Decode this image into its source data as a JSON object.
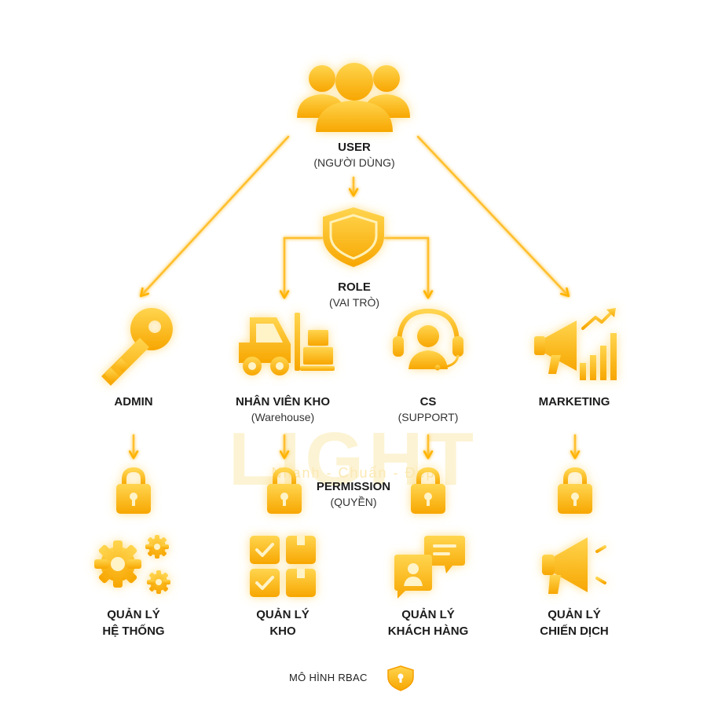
{
  "watermark": {
    "text": "LIGHT",
    "tagline": "Nhanh - Chuẩn - Đẹp"
  },
  "user": {
    "title": "USER",
    "subtitle": "(NGƯỜI DÙNG)",
    "icon": "users-group-icon"
  },
  "role": {
    "title": "ROLE",
    "subtitle": "(VAI TRÒ)",
    "icon": "shield-icon"
  },
  "permission": {
    "title": "PERMISSION",
    "subtitle": "(QUYỀN)",
    "icon": "lock-icon"
  },
  "roles": [
    {
      "title": "ADMIN",
      "subtitle": "",
      "icon": "key-icon",
      "resource_line1": "QUẢN LÝ",
      "resource_line2": "HỆ THỐNG",
      "resource_icon": "gears-icon"
    },
    {
      "title": "NHÂN VIÊN KHO",
      "subtitle": "(Warehouse)",
      "icon": "forklift-icon",
      "resource_line1": "QUẢN LÝ",
      "resource_line2": "KHO",
      "resource_icon": "boxes-checklist-icon"
    },
    {
      "title": "CS",
      "subtitle": "(SUPPORT)",
      "icon": "headset-agent-icon",
      "resource_line1": "QUẢN LÝ",
      "resource_line2": "KHÁCH HÀNG",
      "resource_icon": "chat-customer-icon"
    },
    {
      "title": "MARKETING",
      "subtitle": "",
      "icon": "megaphone-growth-icon",
      "resource_line1": "QUẢN LÝ",
      "resource_line2": "CHIẾN DỊCH",
      "resource_icon": "megaphone-icon"
    }
  ],
  "footer": {
    "text": "MÔ HÌNH RBAC",
    "icon": "shield-lock-icon"
  },
  "colors": {
    "accent": "#FFB300",
    "accent_light": "#FFD54F",
    "accent_dark": "#F59E00",
    "glow": "#FFE9A8",
    "text": "#1C1C1C"
  }
}
